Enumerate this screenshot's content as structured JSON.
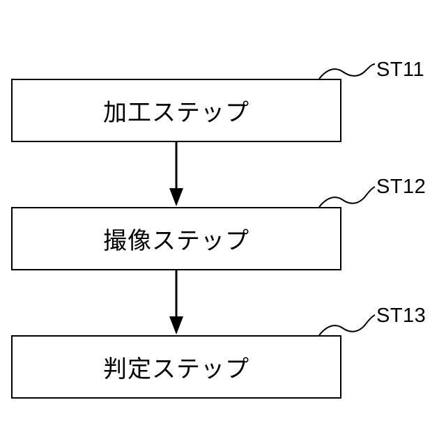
{
  "steps": [
    {
      "id": "ST11",
      "label": "加工ステップ"
    },
    {
      "id": "ST12",
      "label": "撮像ステップ"
    },
    {
      "id": "ST13",
      "label": "判定ステップ"
    }
  ],
  "colors": {
    "line": "#000000",
    "background": "#ffffff"
  }
}
